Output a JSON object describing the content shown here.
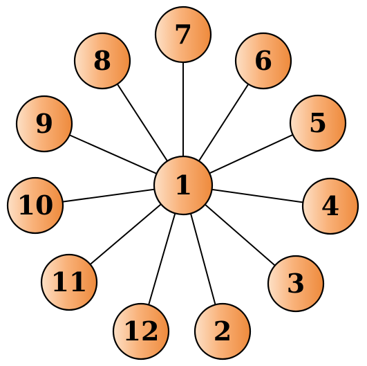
{
  "diagram": {
    "type": "star",
    "hub": {
      "id": "1",
      "label": "1"
    },
    "nodes": [
      {
        "id": "2",
        "label": "2"
      },
      {
        "id": "3",
        "label": "3"
      },
      {
        "id": "4",
        "label": "4"
      },
      {
        "id": "5",
        "label": "5"
      },
      {
        "id": "6",
        "label": "6"
      },
      {
        "id": "7",
        "label": "7"
      },
      {
        "id": "8",
        "label": "8"
      },
      {
        "id": "9",
        "label": "9"
      },
      {
        "id": "10",
        "label": "10"
      },
      {
        "id": "11",
        "label": "11"
      },
      {
        "id": "12",
        "label": "12"
      }
    ],
    "edges": [
      [
        "1",
        "2"
      ],
      [
        "1",
        "3"
      ],
      [
        "1",
        "4"
      ],
      [
        "1",
        "5"
      ],
      [
        "1",
        "6"
      ],
      [
        "1",
        "7"
      ],
      [
        "1",
        "8"
      ],
      [
        "1",
        "9"
      ],
      [
        "1",
        "10"
      ],
      [
        "1",
        "11"
      ],
      [
        "1",
        "12"
      ]
    ],
    "colors": {
      "node_fill_light": "#fde0c6",
      "node_fill_mid": "#f9b27a",
      "node_fill_dark": "#ee8a3c",
      "outline": "#000000",
      "edge": "#000000",
      "label": "#000000",
      "background": "#ffffff"
    }
  }
}
